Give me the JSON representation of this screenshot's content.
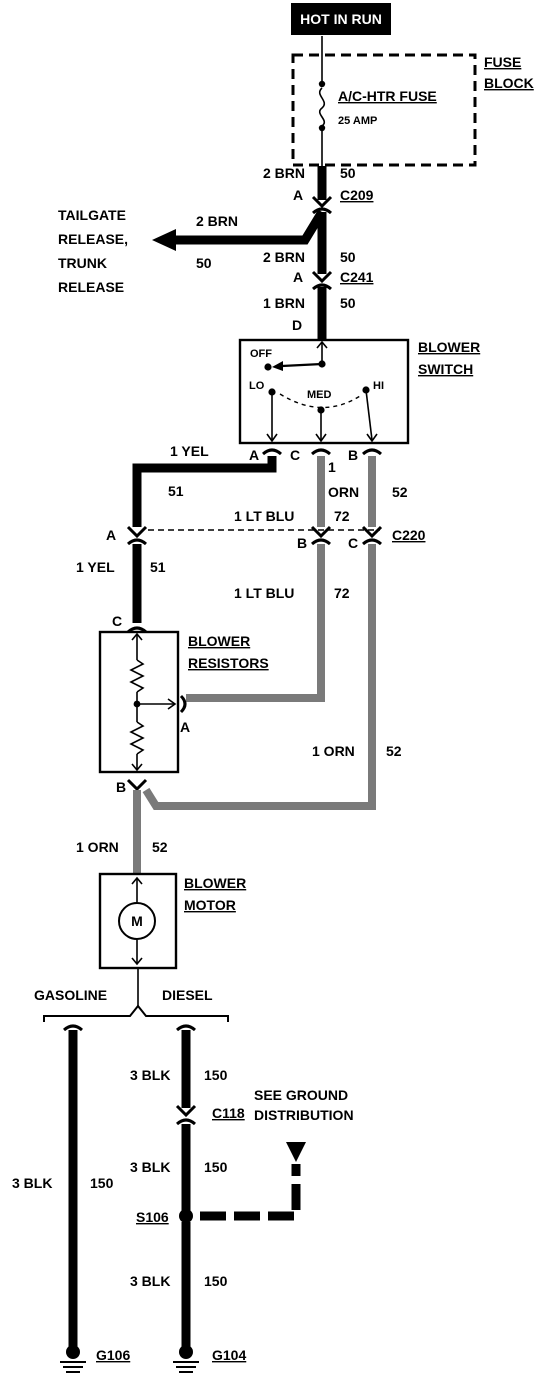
{
  "header": {
    "title": "HOT IN RUN"
  },
  "fuse_block": {
    "label_1": "FUSE",
    "label_2": "BLOCK",
    "fuse_name": "A/C-HTR FUSE",
    "fuse_rating": "25 AMP"
  },
  "c209": {
    "wire_gauge_color": "2 BRN",
    "circuit": "50",
    "pin": "A",
    "connector": "C209"
  },
  "tailgate_branch": {
    "wire_gauge_color": "2 BRN",
    "circuit": "50",
    "dest_line_1": "TAILGATE",
    "dest_line_2": "RELEASE,",
    "dest_line_3": "TRUNK",
    "dest_line_4": "RELEASE"
  },
  "c241": {
    "wire_in_gauge_color": "2 BRN",
    "wire_in_circuit": "50",
    "pin": "A",
    "connector": "C241",
    "wire_out_gauge_color": "1 BRN",
    "wire_out_circuit": "50",
    "switch_pin": "D"
  },
  "blower_switch": {
    "label_1": "BLOWER",
    "label_2": "SWITCH",
    "pos_off": "OFF",
    "pos_lo": "LO",
    "pos_med": "MED",
    "pos_hi": "HI",
    "pin_a": "A",
    "pin_c": "C",
    "pin_b": "B"
  },
  "switch_outputs": {
    "yel_gauge_color": "1 YEL",
    "yel_circuit": "51",
    "orn_gauge": "1",
    "orn_color": "ORN",
    "orn_circuit": "52"
  },
  "c220": {
    "connector": "C220",
    "pin_a": "A",
    "pin_b": "B",
    "pin_c": "C",
    "ltblu_gauge_color": "1 LT BLU",
    "ltblu_circuit": "72",
    "yel_gauge_color": "1 YEL",
    "yel_circuit": "51",
    "ltblu2_gauge_color": "1 LT BLU",
    "ltblu2_circuit": "72"
  },
  "blower_resistors": {
    "label_1": "BLOWER",
    "label_2": "RESISTORS",
    "pin_c": "C",
    "pin_a": "A",
    "pin_b": "B"
  },
  "hi_wire": {
    "gauge_color": "1 ORN",
    "circuit": "52"
  },
  "motor_feed": {
    "gauge_color": "1 ORN",
    "circuit": "52"
  },
  "blower_motor": {
    "label_1": "BLOWER",
    "label_2": "MOTOR",
    "symbol": "M"
  },
  "ground": {
    "gasoline_label": "GASOLINE",
    "diesel_label": "DIESEL",
    "upper_gauge_color": "3 BLK",
    "upper_circuit": "150",
    "connector": "C118",
    "see_line_1": "SEE GROUND",
    "see_line_2": "DISTRIBUTION",
    "mid_gauge_color": "3 BLK",
    "mid_circuit": "150",
    "splice": "S106",
    "lower_gauge_color": "3 BLK",
    "lower_circuit": "150",
    "gas_gauge_color": "3 BLK",
    "gas_circuit": "150",
    "gas_ground": "G106",
    "diesel_ground": "G104"
  }
}
